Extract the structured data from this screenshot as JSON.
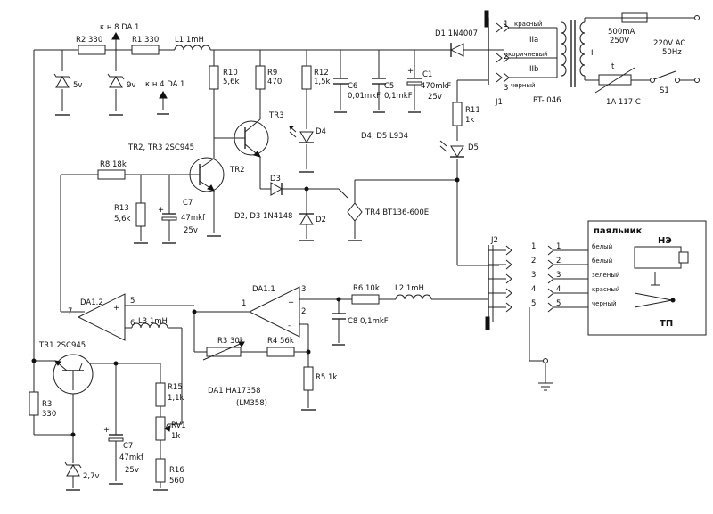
{
  "labels": {
    "to_da8": "к н.8 DA.1",
    "to_da4": "к н.4 DA.1",
    "R2": "R2 330",
    "R1": "R1 330",
    "L1": "L1 1mH",
    "D1": "D1 1N4007",
    "z5v": "5v",
    "z9v": "9v",
    "R10a": "R10",
    "R10b": "5,6k",
    "R9a": "R9",
    "R9b": "470",
    "R12a": "R12",
    "R12b": "1,5k",
    "C6a": "C6",
    "C6b": "0,01mkF",
    "C5a": "C5",
    "C5b": "0,1mkF",
    "C1a": "C1",
    "C1b": "470mkF",
    "C1c": "25v",
    "TR3": "TR3",
    "TR2": "TR2",
    "TR23": "TR2, TR3  2SC945",
    "D4": "D4",
    "D45": "D4, D5 L934",
    "R8": "R8 18k",
    "R13a": "R13",
    "R13b": "5,6k",
    "C7a": "C7",
    "C7b": "47mkf",
    "C7c": "25v",
    "D3": "D3",
    "D2": "D2",
    "D23": "D2, D3 1N4148",
    "TR4": "TR4 BT136-600E",
    "R11a": "R11",
    "R11b": "1k",
    "D5": "D5",
    "J1": "J1",
    "J2": "J2",
    "red": "красный",
    "brown": "коричневый",
    "black": "черный",
    "IIa": "IIa",
    "IIb": "IIb",
    "I": "I",
    "fuse_a": "500mA",
    "fuse_b": "250V",
    "ac_a": "220V AC",
    "ac_b": "50Hz",
    "tr": "PT- 046",
    "t": "t",
    "S1": "S1",
    "therm": "1A 117 C",
    "iron": "паяльник",
    "NE": "НЭ",
    "TP": "ТП",
    "white": "белый",
    "green": "зеленый",
    "DA11": "DA1.1",
    "DA12": "DA1.2",
    "R6": "R6 10k",
    "L2": "L2 1mH",
    "C8": "C8 0,1mkF",
    "R3_30k": "R3 30k",
    "R4": "R4 56k",
    "R5": "R5 1k",
    "DA1a": "DA1 HA17358",
    "DA1b": "(LM358)",
    "L3": "L3 1mH",
    "TR1": "TR1 2SC945",
    "R3a": "R3",
    "R3b": "330",
    "z27": "2,7v",
    "C7L": "C7",
    "C7Lb": "47mkf",
    "C7Lc": "25v",
    "R15a": "R15",
    "R15b": "1,1k",
    "RV1a": "RV1",
    "RV1b": "1k",
    "R16a": "R16",
    "R16b": "560",
    "p1": "1",
    "p2": "2",
    "p3": "3",
    "n1": "1",
    "n2": "2",
    "n3": "3",
    "n4": "4",
    "n5": "5",
    "op5": "5",
    "op6": "6",
    "op7": "7",
    "op1": "1",
    "op2": "2",
    "op3": "3",
    "plus": "+",
    "minus": "-"
  }
}
